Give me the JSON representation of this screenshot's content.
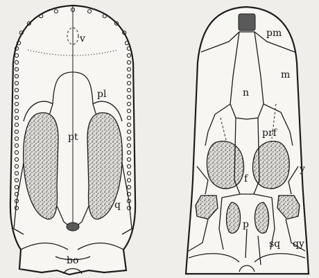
{
  "labels": {
    "v": "v",
    "pl": "pl",
    "pt": "pt",
    "q": "q",
    "bo": "bo",
    "pm": "pm",
    "m": "m",
    "n": "n",
    "prf": "prf",
    "y": "y",
    "f": "f",
    "p": "p",
    "sq": "sq",
    "qy": "qy"
  }
}
